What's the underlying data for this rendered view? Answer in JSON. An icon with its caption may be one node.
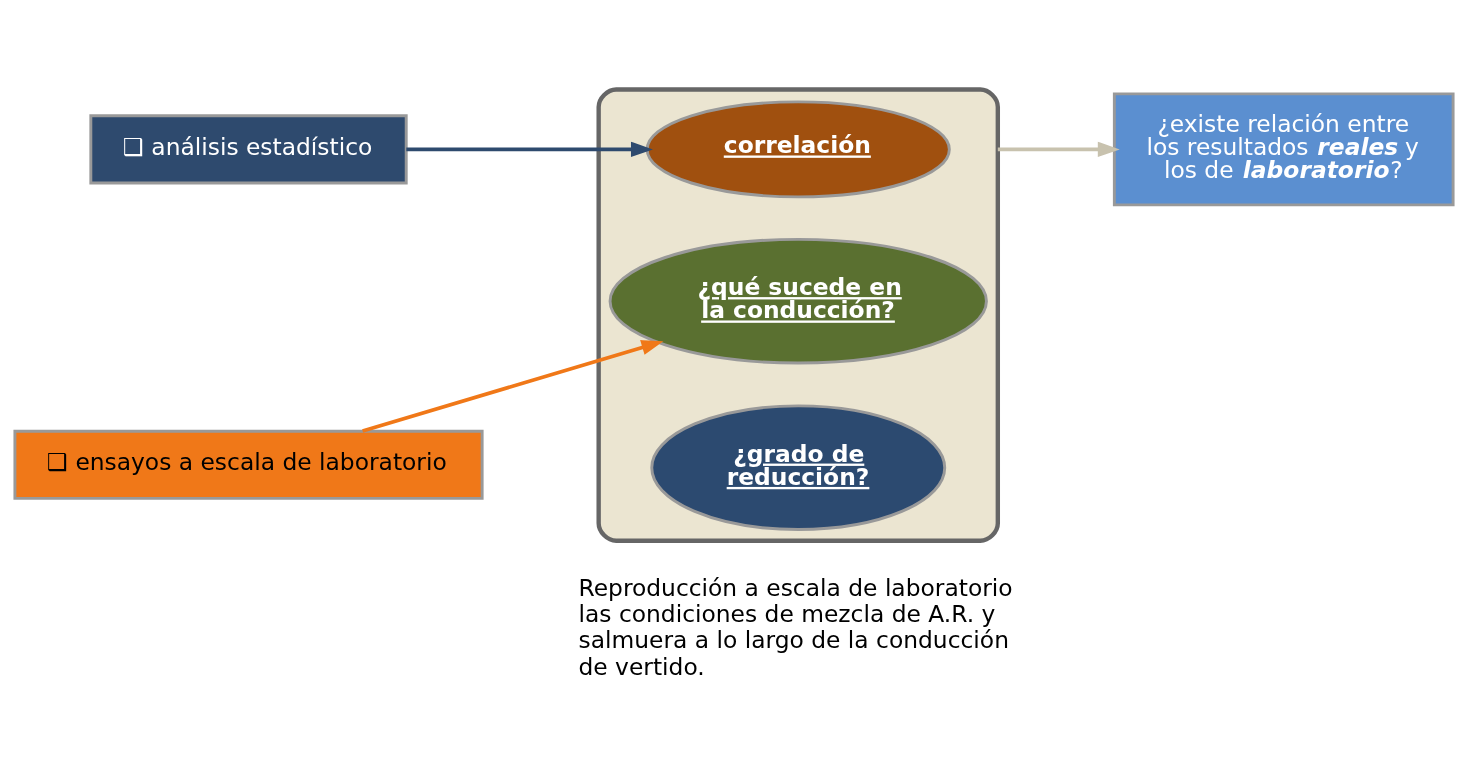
{
  "diagram": {
    "nodes": [
      {
        "text": [
          "❑ análisis estadístico"
        ]
      },
      {
        "text": [
          "❑ ensayos a escala de laboratorio"
        ]
      },
      {
        "text": [],
        "shape": "chevron"
      },
      {
        "text": [
          "correlación"
        ],
        "in": 2
      },
      {
        "text": [
          "¿qué sucede en la conducción?"
        ],
        "in": 2
      },
      {
        "text": [
          "¿grado de reducción?"
        ],
        "in": 2
      },
      {
        "text": [
          "¿existe relación entre los resultados **reales** y los de **laboratorio**?"
        ]
      }
    ],
    "edges": [
      {
        "from": 0,
        "to": 3,
        "arrow": "to",
        "color": "#2e4a6e"
      },
      {
        "from": 1,
        "to": 4,
        "arrow": "to",
        "color": "#f07818"
      },
      {
        "from": 2,
        "to": 6,
        "arrow": "to",
        "color": "#c8c2ae"
      }
    ],
    "labels": [
      "Reproducción a escala de laboratorio las condiciones de mezcla de A.R. y salmuera a lo largo de la conducción de vertido."
    ]
  }
}
